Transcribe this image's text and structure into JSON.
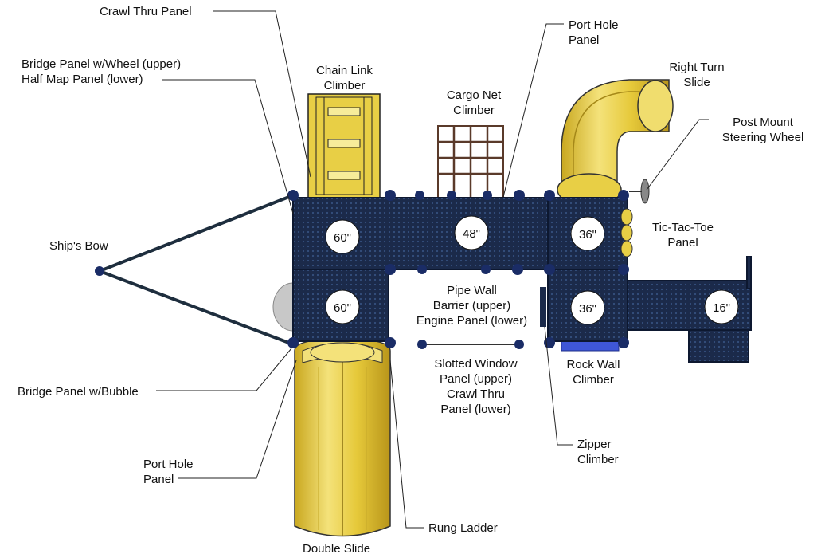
{
  "diagram": {
    "platform_sizes": [
      "60\"",
      "48\"",
      "36\"",
      "60\"",
      "36\"",
      "16\""
    ],
    "colors": {
      "deck": "#1b2a4a",
      "deck_edge": "#0d1830",
      "post": "#1a2c66",
      "slide_yellow": "#e8cf45",
      "slide_shadow": "#b89a1a",
      "bubble": "#c8c8c8",
      "rock_wall": "#3f57d6",
      "leader_line": "#222222"
    },
    "labels": {
      "crawl_thru_panel": "Crawl Thru Panel",
      "bridge_panel_wheel": "Bridge Panel w/Wheel (upper)\nHalf Map Panel (lower)",
      "chain_link_climber": "Chain Link\nClimber",
      "cargo_net_climber": "Cargo Net\nClimber",
      "port_hole_panel_top": "Port Hole\nPanel",
      "right_turn_slide": "Right Turn\nSlide",
      "post_mount_steering_wheel": "Post Mount\nSteering Wheel",
      "tic_tac_toe_panel": "Tic-Tac-Toe\nPanel",
      "ships_bow": "Ship's Bow",
      "pipe_wall_barrier": "Pipe Wall\nBarrier (upper)\nEngine Panel (lower)",
      "bridge_panel_bubble": "Bridge Panel w/Bubble",
      "slotted_window_panel": "Slotted Window\nPanel (upper)\nCrawl Thru\nPanel (lower)",
      "rock_wall_climber": "Rock Wall\nClimber",
      "zipper_climber": "Zipper\nClimber",
      "port_hole_panel_bottom": "Port Hole\nPanel",
      "rung_ladder": "Rung Ladder",
      "double_slide": "Double Slide"
    }
  }
}
